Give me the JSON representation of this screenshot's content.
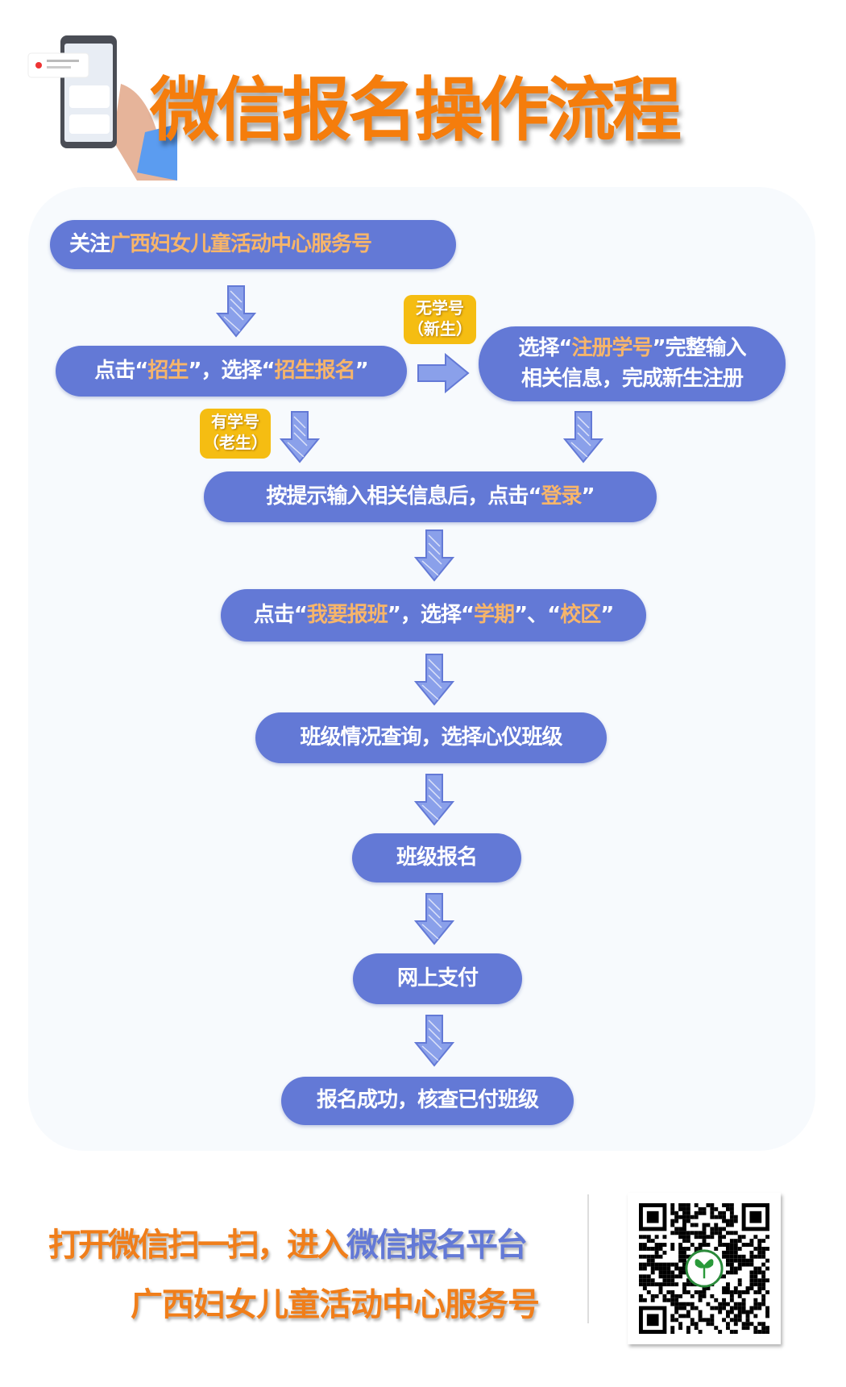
{
  "title": "微信报名操作流程",
  "colors": {
    "accent": "#6379d6",
    "title": "#f57d0c",
    "highlight": "#f7b56a",
    "badge": "#f5bd12"
  },
  "steps": {
    "s1": {
      "a": "关注",
      "b": "广西妇女儿童活动中心服务号"
    },
    "s2": {
      "a": "点击“",
      "b": "招生",
      "c": "”，选择“",
      "d": "招生报名",
      "e": "”"
    },
    "s3": {
      "a": "选择“",
      "b": "注册学号",
      "c": "”完整输入",
      "d": "相关信息，完成新生注册"
    },
    "s4": {
      "a": "按提示输入相关信息后，点击“",
      "b": "登录",
      "c": "”"
    },
    "s5": {
      "a": "点击“",
      "b": "我要报班",
      "c": "”，选择“",
      "d": "学期",
      "e": "”、“",
      "f": "校区",
      "g": "”"
    },
    "s6": "班级情况查询，选择心仪班级",
    "s7": "班级报名",
    "s8": "网上支付",
    "s9": "报名成功，核查已付班级"
  },
  "badges": {
    "new_l1": "无学号",
    "new_l2": "（新生）",
    "old_l1": "有学号",
    "old_l2": "（老生）"
  },
  "footer": {
    "line1_a": "打开微信扫一扫，进入",
    "line1_b": "微信报名平台",
    "line2": "广西妇女儿童活动中心服务号"
  }
}
